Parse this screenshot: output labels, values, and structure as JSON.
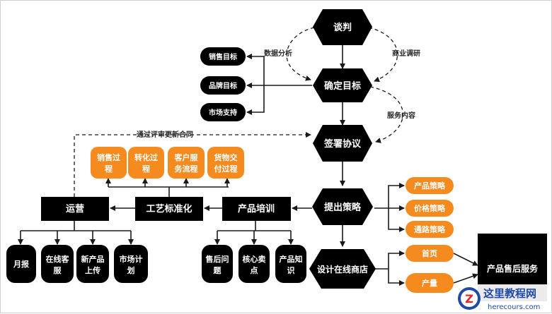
{
  "colors": {
    "node_dark": "#000000",
    "node_orange": "#f58a1f",
    "line": "#1a1a1a",
    "text_light": "#ffffff",
    "text_dark": "#2a2a2a",
    "watermark_blue": "#1f4aa8",
    "watermark_red": "#e02a2a"
  },
  "nodes": {
    "negotiate": "谈判",
    "targets": "确定目标",
    "sign": "签署协议",
    "strategy": "提出策略",
    "design": "设计在线商店",
    "sales_target": "销售目标",
    "brand_target": "品牌目标",
    "market_support": "市场支持",
    "operation": "运营",
    "process_std": "工艺标准化",
    "training": "产品培训",
    "after_sales_service": "产品售后服务"
  },
  "edges": {
    "data_analysis": "数据分析",
    "business_research": "商业调研",
    "service_content": "服务内容",
    "review_contract": "通过评审更新合同"
  },
  "process_boxes": [
    {
      "line1": "销售过",
      "line2": "程"
    },
    {
      "line1": "转化过",
      "line2": "程"
    },
    {
      "line1": "客户服",
      "line2": "务流程"
    },
    {
      "line1": "货物交",
      "line2": "付过程"
    }
  ],
  "strategies": [
    "产品策略",
    "价格策略",
    "通路策略"
  ],
  "store_items": [
    "首页",
    "产量"
  ],
  "op_items": [
    {
      "line1": "月报",
      "line2": ""
    },
    {
      "line1": "在线客",
      "line2": "服"
    },
    {
      "line1": "新产品",
      "line2": "上传"
    },
    {
      "line1": "市场计",
      "line2": "划"
    }
  ],
  "training_items": [
    {
      "line1": "售后问",
      "line2": "题"
    },
    {
      "line1": "核心卖",
      "line2": "点"
    },
    {
      "line1": "产品知",
      "line2": "识"
    }
  ],
  "watermark": {
    "title": "这里教程网",
    "url": "herecours.com",
    "logo_letter": "Z"
  }
}
